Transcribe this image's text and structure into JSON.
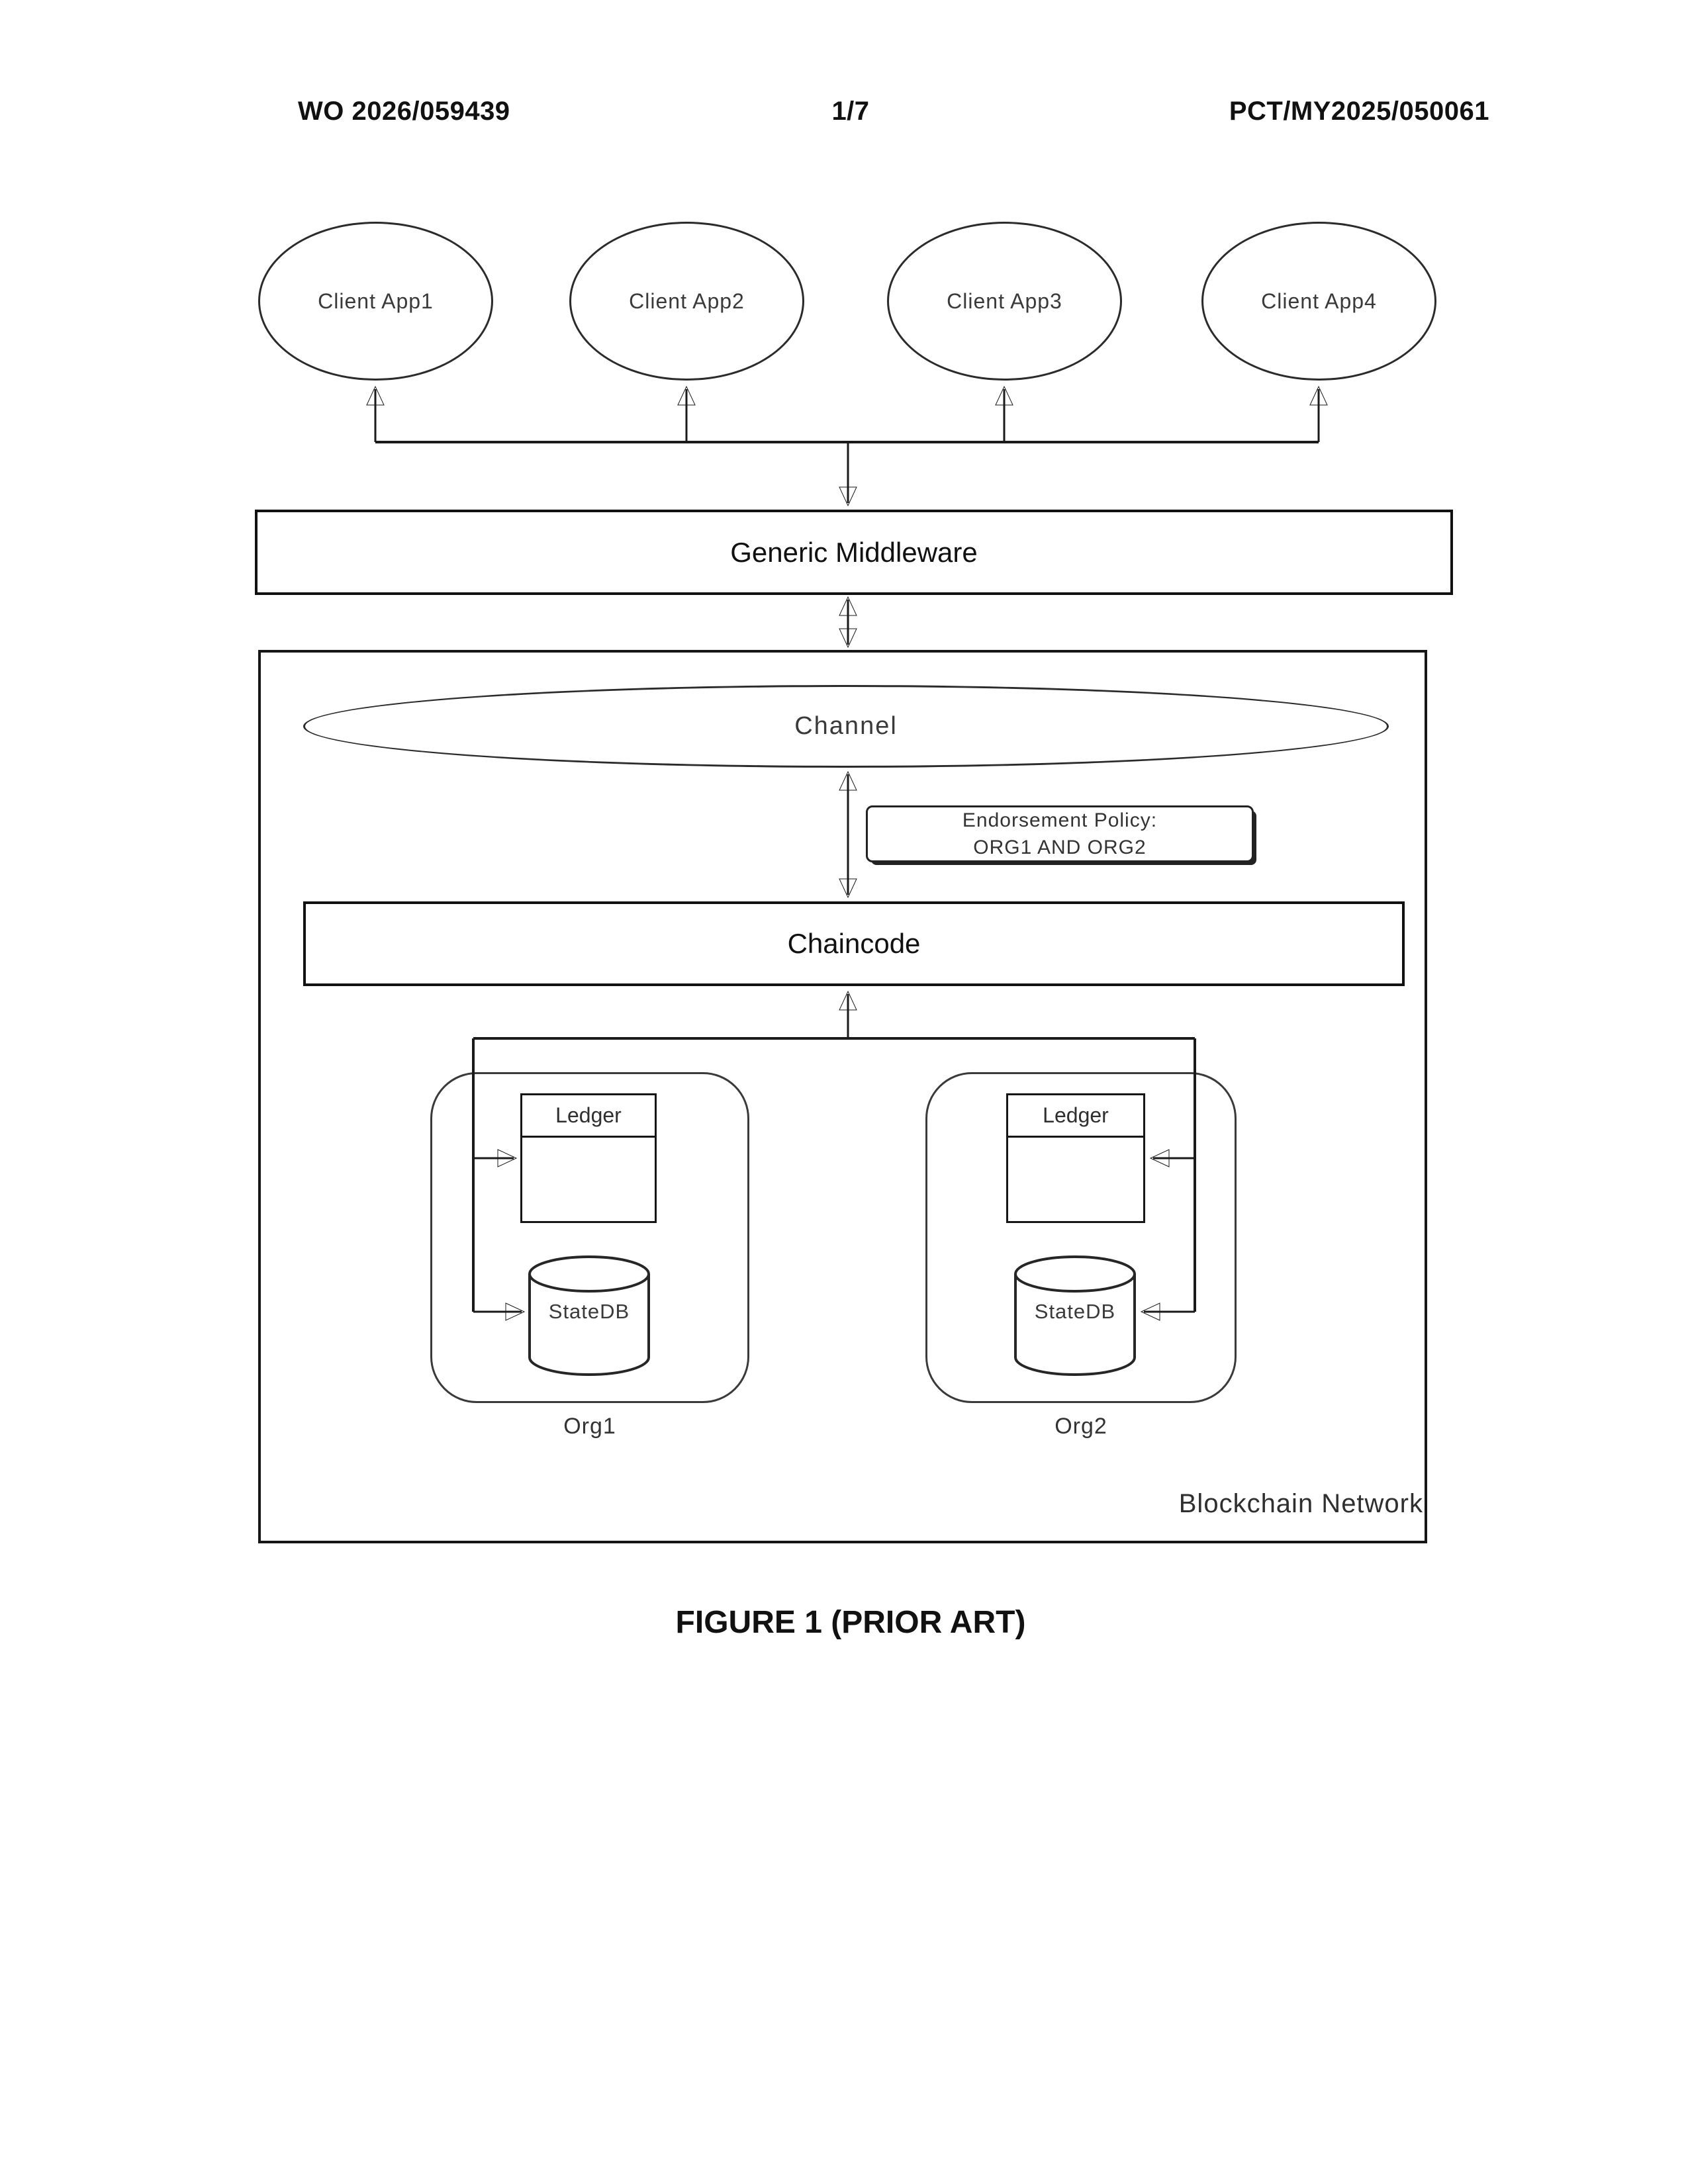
{
  "page": {
    "header": {
      "publication_number": "WO 2026/059439",
      "page_number": "1/7",
      "application_number": "PCT/MY2025/050061"
    },
    "caption": "FIGURE 1 (PRIOR ART)"
  },
  "diagram": {
    "client_apps": [
      {
        "label": "Client App1"
      },
      {
        "label": "Client App2"
      },
      {
        "label": "Client App3"
      },
      {
        "label": "Client App4"
      }
    ],
    "middleware": {
      "label": "Generic Middleware"
    },
    "blockchain_network": {
      "label": "Blockchain Network",
      "channel": {
        "label": "Channel"
      },
      "endorsement_policy": {
        "line1": "Endorsement Policy:",
        "line2": "ORG1 AND ORG2"
      },
      "chaincode": {
        "label": "Chaincode"
      },
      "orgs": [
        {
          "label": "Org1",
          "ledger_label": "Ledger",
          "statedb_label": "StateDB"
        },
        {
          "label": "Org2",
          "ledger_label": "Ledger",
          "statedb_label": "StateDB"
        }
      ]
    },
    "colors": {
      "ink": "#1a1a1a",
      "background": "#ffffff"
    }
  }
}
